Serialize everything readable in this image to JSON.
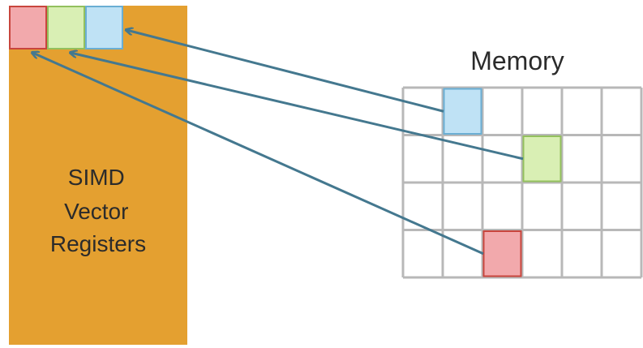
{
  "register_block": {
    "label_lines": [
      "SIMD",
      "Vector",
      "Registers"
    ],
    "color": "#e4a030"
  },
  "memory": {
    "title": "Memory",
    "rows": 4,
    "cols": 6,
    "grid_color": "#b8b8b8"
  },
  "elements": [
    {
      "name": "red-element",
      "fill": "#f2a9ac",
      "stroke": "#c8453d",
      "memory_row": 3,
      "memory_col": 2,
      "register_slot": 0
    },
    {
      "name": "green-element",
      "fill": "#d9efb4",
      "stroke": "#93c05d",
      "memory_row": 1,
      "memory_col": 3,
      "register_slot": 1
    },
    {
      "name": "blue-element",
      "fill": "#bfe2f5",
      "stroke": "#6aaed3",
      "memory_row": 0,
      "memory_col": 1,
      "register_slot": 2
    }
  ],
  "arrow_color": "#44788f"
}
